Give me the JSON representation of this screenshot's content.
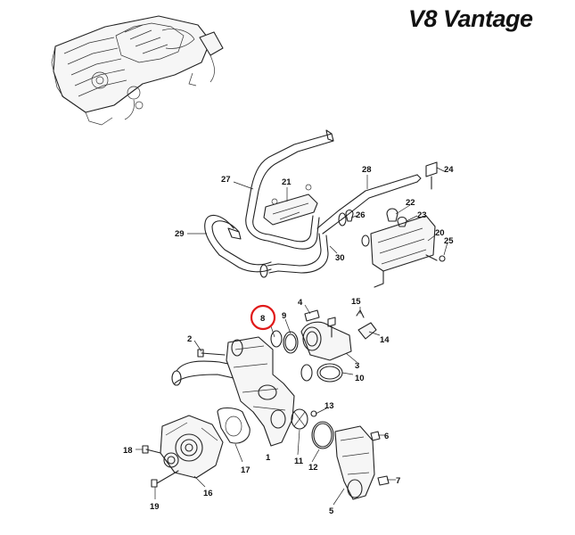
{
  "brand": "V8 Vantage",
  "highlight_color": "#e01a1a",
  "callouts": [
    "1",
    "2",
    "3",
    "4",
    "5",
    "6",
    "7",
    "8",
    "9",
    "10",
    "11",
    "12",
    "13",
    "14",
    "15",
    "16",
    "17",
    "18",
    "19",
    "20",
    "21",
    "22",
    "23",
    "24",
    "25",
    "26",
    "27",
    "28",
    "29",
    "30"
  ],
  "highlighted_callout": "8"
}
